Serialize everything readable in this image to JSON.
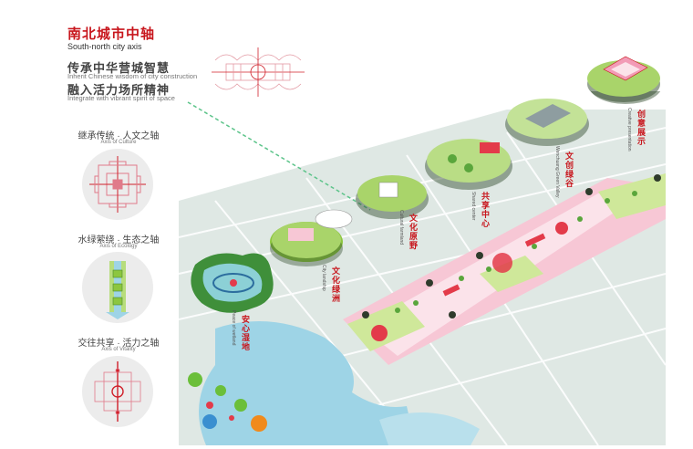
{
  "header": {
    "title_cn": "南北城市中轴",
    "title_en": "South-north city axis",
    "slogan1_cn": "传承中华营城智慧",
    "slogan1_en": "Inherit Chinese wisdom of city construction",
    "slogan2_cn": "融入活力场所精神",
    "slogan2_en": "Integrate with vibrant spirit of space"
  },
  "axes": [
    {
      "cn": "继承传统 · 人文之轴",
      "en": "Axis of Culture"
    },
    {
      "cn": "水绿萦绕 · 生态之轴",
      "en": "Axis of Ecology"
    },
    {
      "cn": "交往共享 · 活力之轴",
      "en": "Axis of Vitality"
    }
  ],
  "nodes": [
    {
      "cn": "安心湿地",
      "en": "Peace of wetland"
    },
    {
      "cn": "文化绿洲",
      "en": "City landship"
    },
    {
      "cn": "文化原野",
      "en": "Cultural farmland"
    },
    {
      "cn": "共享中心",
      "en": "Shared center"
    },
    {
      "cn": "文创绿谷",
      "en": "Wenchuang Green Valley"
    },
    {
      "cn": "创意展示",
      "en": "Creative presentation"
    }
  ],
  "colors": {
    "accent_red": "#c8161d",
    "green": "#8cc63f",
    "pink": "#f29bb6",
    "water": "#9ed4e6",
    "base": "#dfe8e4"
  }
}
